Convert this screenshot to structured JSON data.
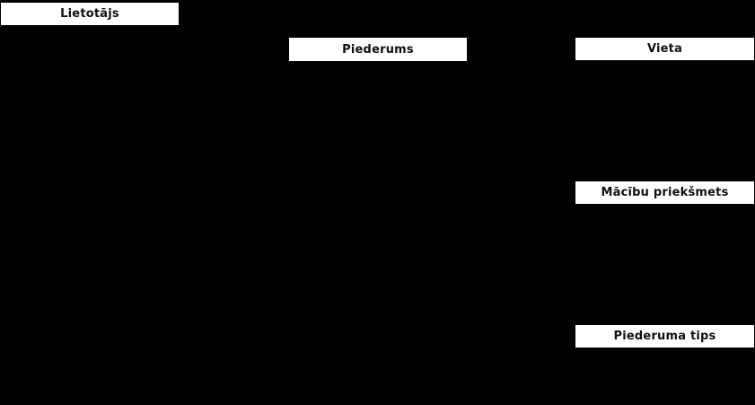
{
  "diagram": {
    "type": "entity-relationship",
    "background_color": "#000000",
    "entity_header_bg": "#ffffff",
    "entity_header_text_color": "#111111",
    "entities": [
      {
        "label": "Lietotājs"
      },
      {
        "label": "Piederums"
      },
      {
        "label": "Vieta"
      },
      {
        "label": "Mācību priekšmets"
      },
      {
        "label": "Piederuma tips"
      }
    ]
  }
}
